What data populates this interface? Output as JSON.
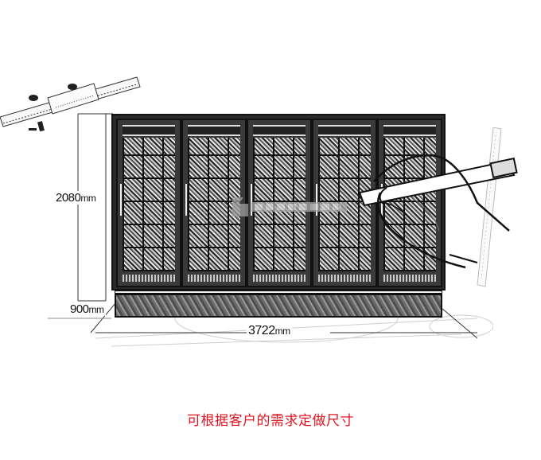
{
  "illustration": {
    "subject": "five-door display cabinet sketch with hand drawing and caliper",
    "door_count": 5
  },
  "dimensions": {
    "height": {
      "value": "2080",
      "unit": "mm"
    },
    "depth": {
      "value": "900",
      "unit": "mm"
    },
    "width": {
      "value": "3722",
      "unit": "mm"
    }
  },
  "caption": {
    "text": "可根据客户的需求定做尺寸",
    "color": "#e0141e"
  },
  "icons": {
    "watermark": "brand-logo-watermark",
    "caliper": "caliper-icon",
    "hand": "hand-with-pencil-icon"
  }
}
